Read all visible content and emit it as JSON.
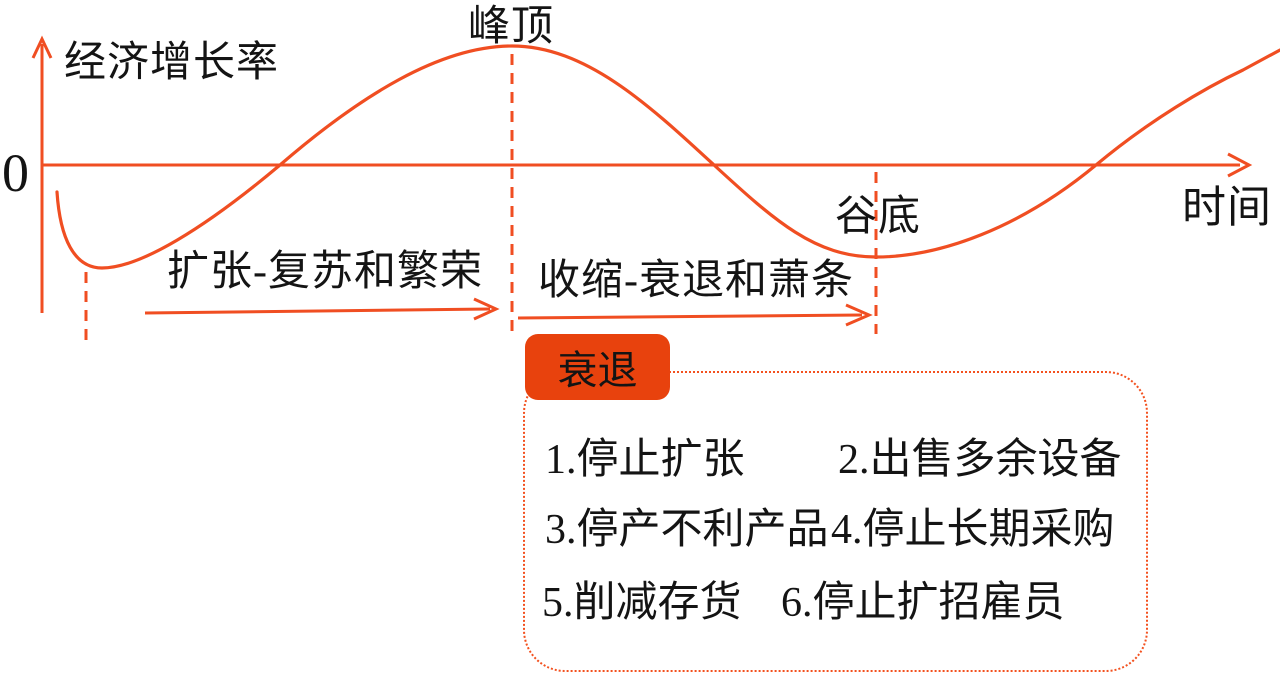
{
  "colors": {
    "accent": "#F04E22",
    "tab_fill": "#E8420D",
    "text": "#141414"
  },
  "axes": {
    "origin_label": "0",
    "y_axis_label": "经济增长率",
    "x_axis_label": "时间"
  },
  "curve_labels": {
    "peak": "峰顶",
    "trough": "谷底"
  },
  "phases": {
    "expansion": "扩张-复苏和繁荣",
    "contraction": "收缩-衰退和萧条"
  },
  "recession_panel": {
    "tab": "衰退",
    "items": [
      "1.停止扩张",
      "2.出售多余设备",
      "3.停产不利产品",
      "4.停止长期采购",
      "5.削减存货",
      "6.停止扩招雇员"
    ]
  }
}
